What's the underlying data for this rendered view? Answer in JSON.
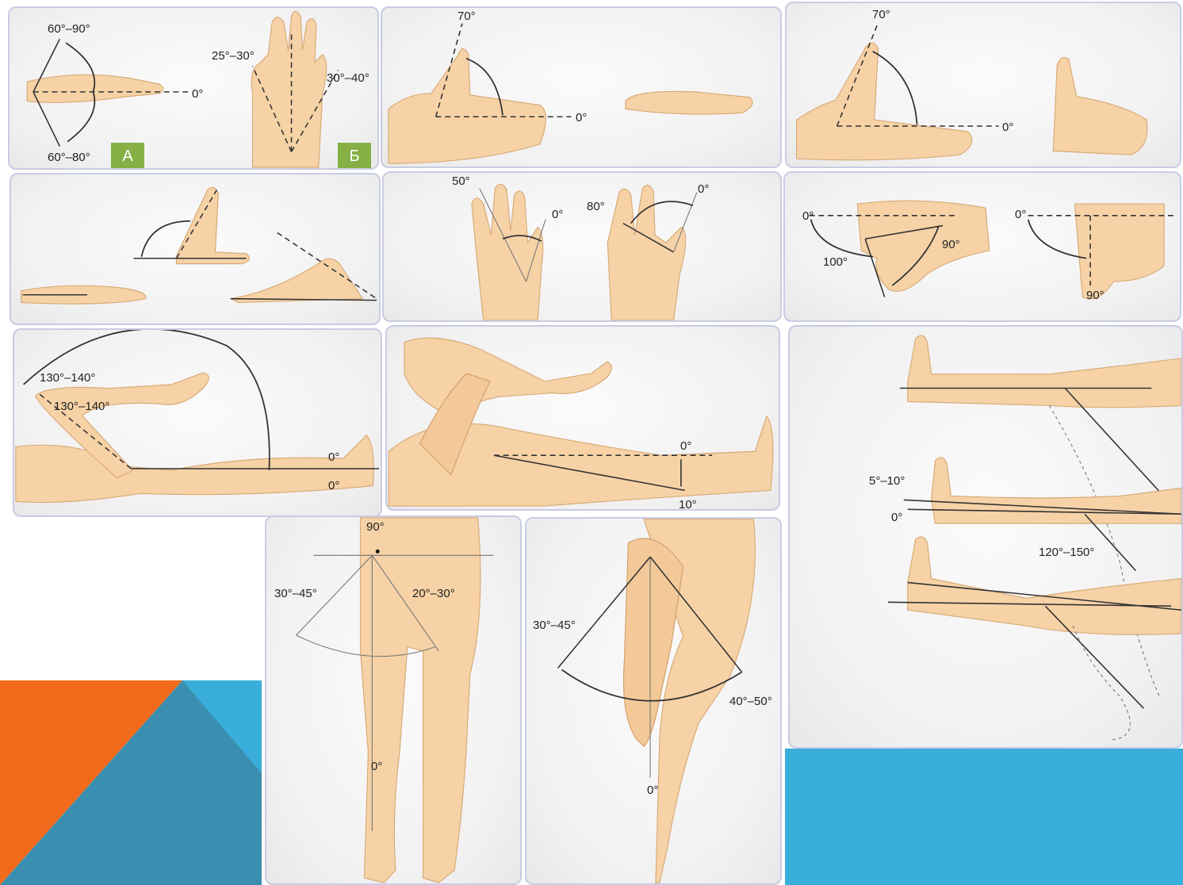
{
  "panels": {
    "wrist": {
      "top": "60°–90°",
      "zero": "0°",
      "bottom": "60°–80°",
      "badge": "А"
    },
    "fingers": {
      "left": "25°–30°",
      "right": "30°–40°",
      "badge": "Б"
    },
    "thumb1": {
      "angle": "70°",
      "zero": "0°"
    },
    "thumb2": {
      "angle": "70°",
      "zero": "0°"
    },
    "thumb_palm": {
      "left_top": "50°",
      "left_zero": "0°",
      "right_angle": "80°",
      "right_zero": "0°"
    },
    "fist": {
      "zero1": "0°",
      "a100": "100°",
      "a90": "90°",
      "zero2": "0°",
      "a90b": "90°"
    },
    "knee_flex": {
      "a1": "130°–140°",
      "a2": "130°–140°",
      "z1": "0°",
      "z2": "0°"
    },
    "knee_ext": {
      "zero": "0°",
      "ten": "10°"
    },
    "knee_right": {
      "a510": "5°–10°",
      "zero": "0°",
      "range": "120°–150°"
    },
    "hip_abd": {
      "top": "90°",
      "left": "30°–45°",
      "right": "20°–30°",
      "zero": "0°"
    },
    "hip_rot": {
      "left": "30°–45°",
      "right": "40°–50°",
      "zero": "0°"
    }
  },
  "colors": {
    "orange": "#f26a1b",
    "blue": "#3aaedb",
    "teal": "#3a8fb0",
    "skin": "#f6d2a6",
    "badge": "#86b045"
  }
}
